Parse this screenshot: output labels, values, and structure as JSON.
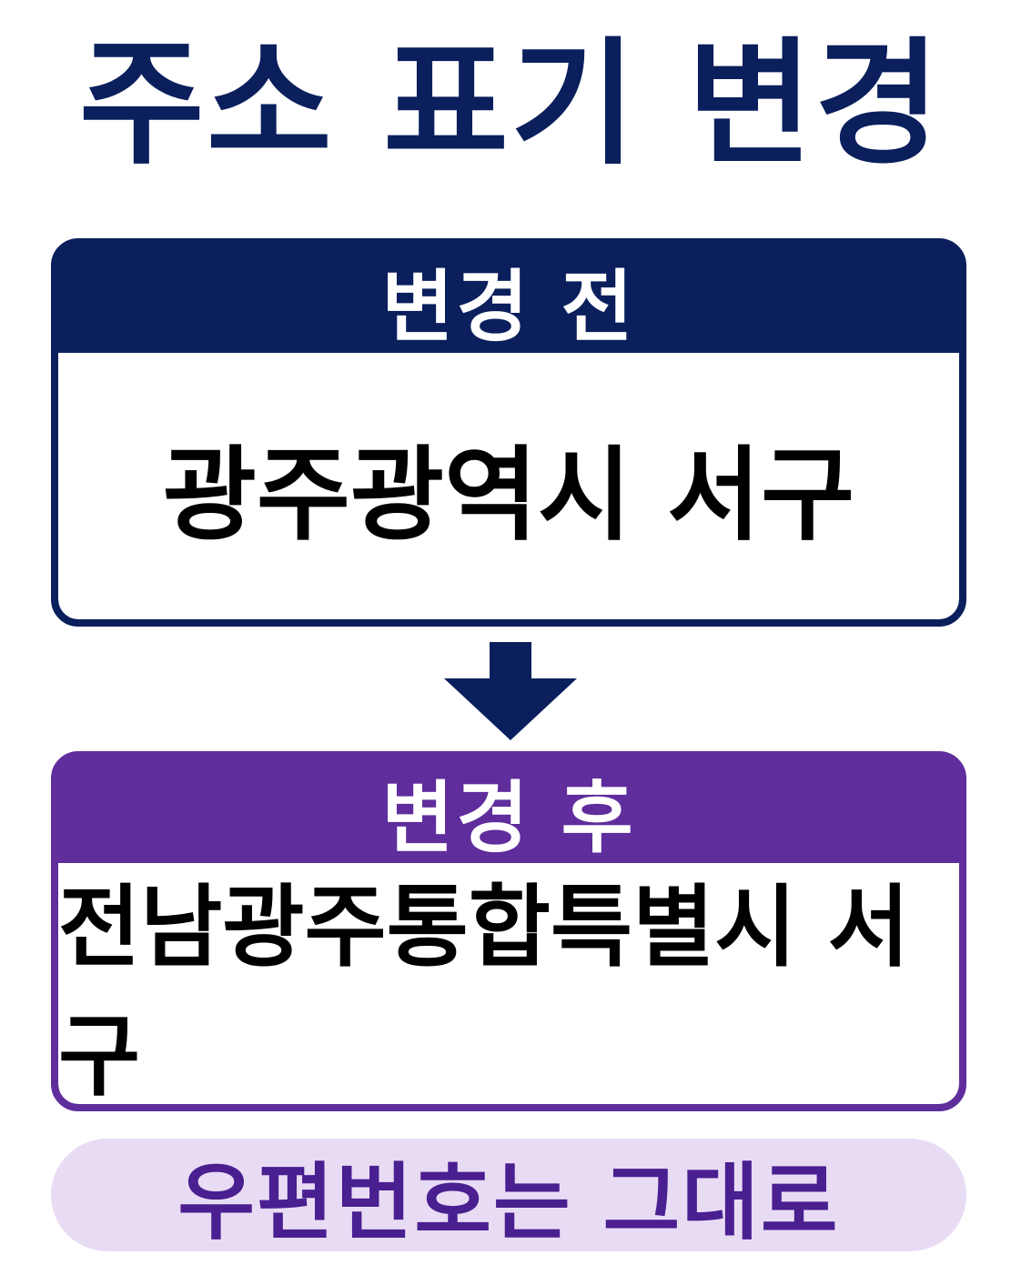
{
  "title": "주소 표기 변경",
  "before": {
    "label": "변경 전",
    "address": "광주광역시 서구"
  },
  "after": {
    "label": "변경 후",
    "address": "전남광주통합특별시 서구"
  },
  "note": "우편번호는 그대로",
  "arrow_icon": "arrow-down-icon",
  "colors": {
    "navy": "#0a1f5c",
    "purple": "#5f2d9c",
    "note_background": "#e8dcf5",
    "note_text": "#4a1f90"
  }
}
